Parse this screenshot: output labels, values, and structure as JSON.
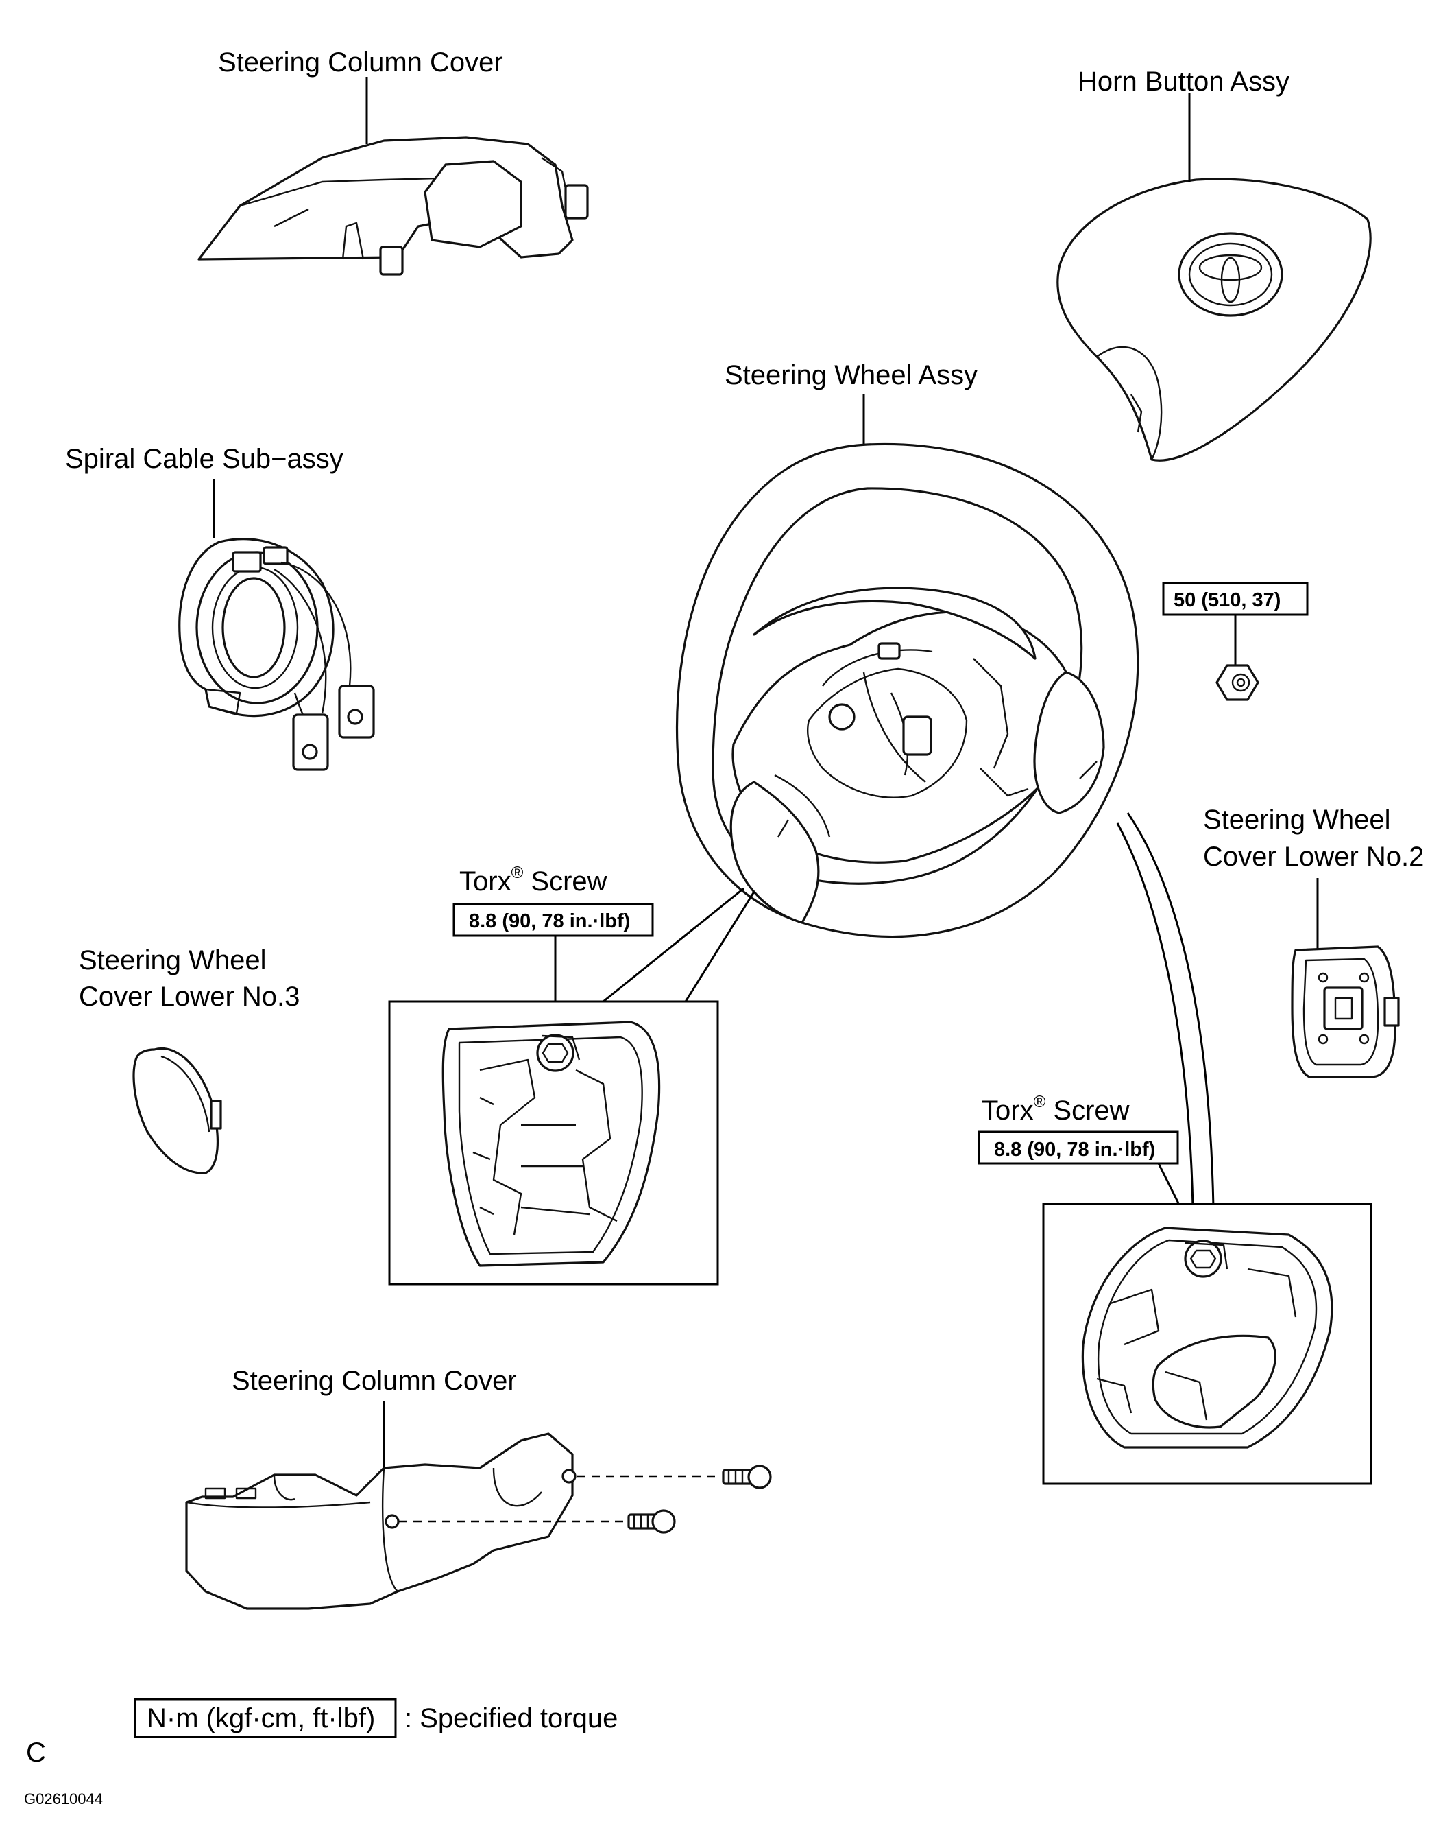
{
  "labels": {
    "steering_column_cover_upper": "Steering Column Cover",
    "horn_button_assy": "Horn Button Assy",
    "steering_wheel_assy": "Steering Wheel Assy",
    "spiral_cable_sub_assy": "Spiral Cable Sub−assy",
    "steering_wheel_cover_lower_no3_line1": "Steering Wheel",
    "steering_wheel_cover_lower_no3_line2": "Cover Lower No.3",
    "steering_wheel_cover_lower_no2_line1": "Steering Wheel",
    "steering_wheel_cover_lower_no2_line2": "Cover Lower No.2",
    "torx_screw_left": "Torx",
    "torx_screw_right": "Torx",
    "torx_screw_suffix": "Screw",
    "registered_mark": "®",
    "steering_column_cover_lower": "Steering Column Cover"
  },
  "torque": {
    "nut": "50 (510, 37)",
    "torx_left": "8.8 (90, 78 in.·lbf)",
    "torx_right": "8.8 (90, 78 in.·lbf)"
  },
  "legend": {
    "unit_box": "N·m (kgf·cm, ft·lbf)",
    "description": ": Specified torque"
  },
  "footer": {
    "corner_letter": "C",
    "figure_code": "G02610044"
  }
}
